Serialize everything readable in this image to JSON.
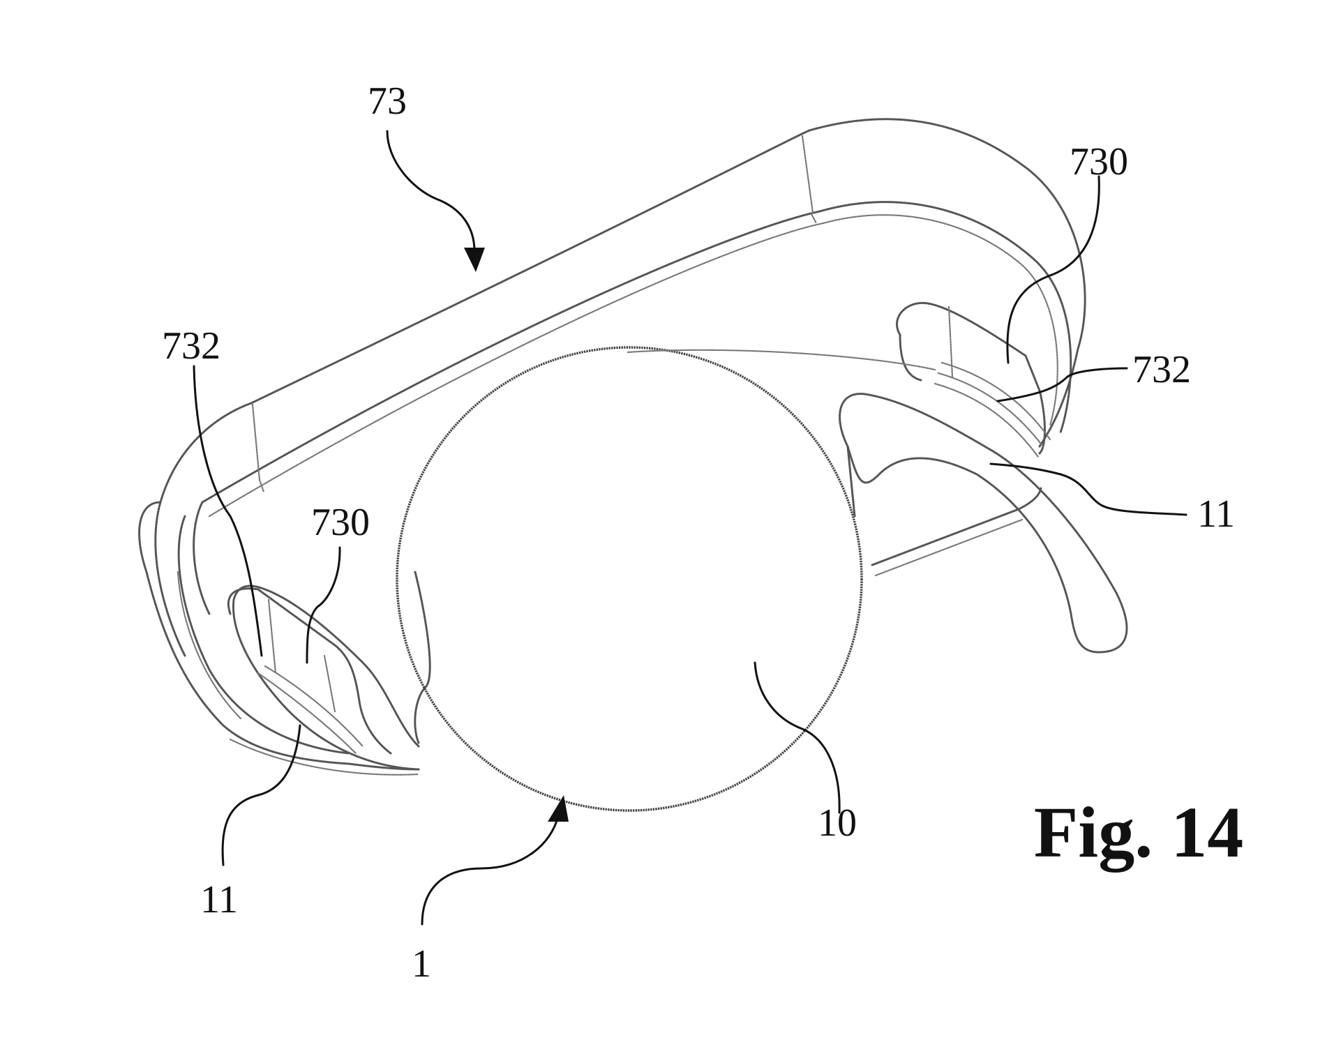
{
  "figure": {
    "title": "Fig. 14",
    "labels": {
      "holder": "73",
      "slot_right": "730",
      "edge_right": "732",
      "edge_left": "732",
      "slot_left": "730",
      "haptic_right": "11",
      "haptic_left": "11",
      "optic": "10",
      "lens": "1"
    }
  }
}
